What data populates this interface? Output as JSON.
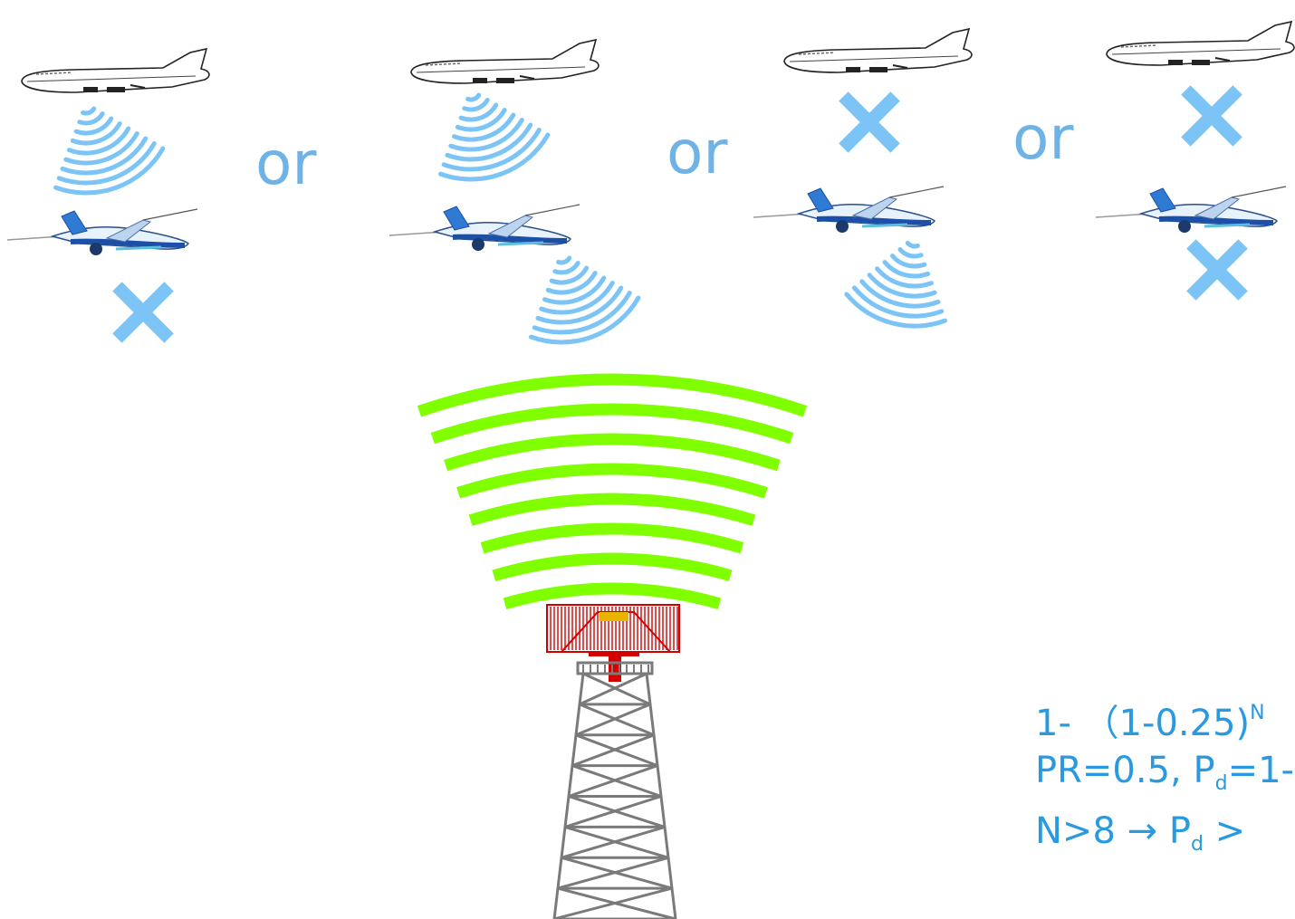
{
  "or_labels": [
    "or",
    "or",
    "or"
  ],
  "formula": {
    "line1_prefix": "1- （1-0.25)",
    "line1_sup": "N",
    "line2_a": "PR=0.5, P",
    "line2_sub": "d",
    "line2_b": "=1-",
    "line3_a": "N>8 → P",
    "line3_sub": "d",
    "line3_b": " >"
  },
  "colors": {
    "or_text": "#6fb2e6",
    "wave_blue": "#7cc4f6",
    "cross_blue": "#7cc4f6",
    "wave_green": "#7fff00",
    "radar_red": "#d40000",
    "tower_grey": "#7a7a7a",
    "formula_text": "#2a9ae0"
  },
  "scenarios": [
    {
      "upper_plane_replies": true,
      "lower_plane_replies": false
    },
    {
      "upper_plane_replies": true,
      "lower_plane_replies": true
    },
    {
      "upper_plane_replies": false,
      "lower_plane_replies": true
    },
    {
      "upper_plane_replies": false,
      "lower_plane_replies": false
    }
  ],
  "icons": [
    "airliner-icon",
    "jet-icon",
    "reply-wave-icon",
    "no-reply-cross-icon",
    "radar-antenna-icon",
    "radar-tower-icon",
    "interrogation-wave-icon"
  ]
}
